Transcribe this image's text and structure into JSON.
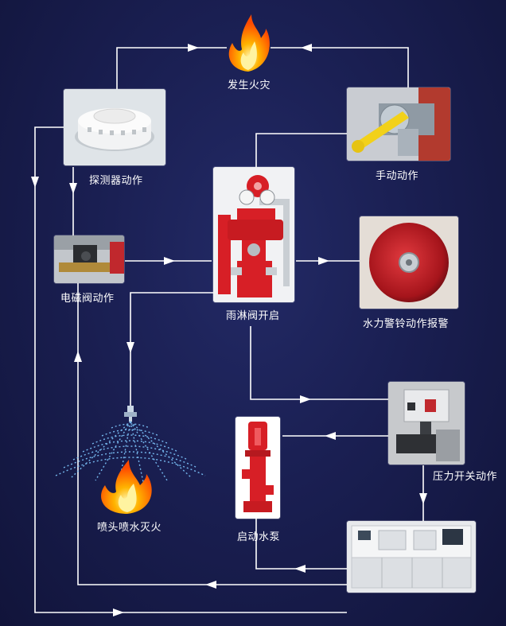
{
  "labels": {
    "fire": "发生火灾",
    "detector": "探测器动作",
    "manual": "手动动作",
    "solenoid": "电磁阀动作",
    "deluge_valve": "雨淋阀开启",
    "alarm_bell": "水力警铃动作报警",
    "sprinkler": "喷头喷水灭火",
    "pump": "启动水泵",
    "pressure_switch": "压力开关动作"
  },
  "colors": {
    "background": "#1a1f52",
    "arrow": "#ffffff",
    "flame": "#ff8a00",
    "valve_red": "#d71f26",
    "spray": "#7fc8ff"
  },
  "icons": {
    "fire": "flame-icon",
    "detector": "smoke-detector-icon",
    "manual": "manual-valve-icon",
    "solenoid": "solenoid-valve-icon",
    "deluge_valve": "deluge-valve-icon",
    "alarm_bell": "alarm-bell-icon",
    "sprinkler": "sprinkler-head-icon",
    "pump": "water-pump-icon",
    "pressure_switch": "pressure-switch-icon",
    "control": "control-panel-icon"
  }
}
